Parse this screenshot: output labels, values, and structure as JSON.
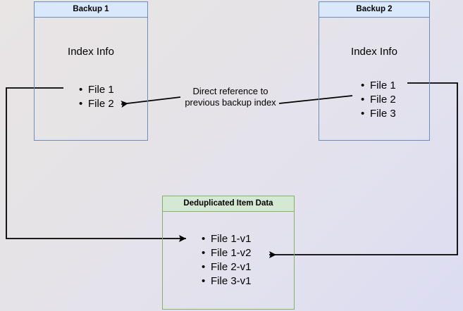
{
  "diagram": {
    "title_hidden": "Backup deduplication reference diagram",
    "background_colors": {
      "gradient_start": "#e9e5e5",
      "gradient_end": "#dcdcf2"
    },
    "accent_colors": {
      "blue_border": "#6c8ebf",
      "blue_fill": "#dae8fc",
      "green_border": "#82b366",
      "green_fill": "#d5e8d4",
      "connector": "#000000"
    }
  },
  "backup1": {
    "header": "Backup 1",
    "index_label": "Index Info",
    "files": [
      {
        "label": "File 1"
      },
      {
        "label": "File 2"
      }
    ]
  },
  "backup2": {
    "header": "Backup 2",
    "index_label": "Index Info",
    "files": [
      {
        "label": "File 1"
      },
      {
        "label": "File 2"
      },
      {
        "label": "File 3"
      }
    ]
  },
  "dedup": {
    "header": "Deduplicated Item Data",
    "items": [
      {
        "label": "File 1-v1"
      },
      {
        "label": "File 1-v2"
      },
      {
        "label": "File 2-v1"
      },
      {
        "label": "File 3-v1"
      }
    ]
  },
  "caption": {
    "line1": "Direct reference to",
    "line2": "previous backup index"
  }
}
